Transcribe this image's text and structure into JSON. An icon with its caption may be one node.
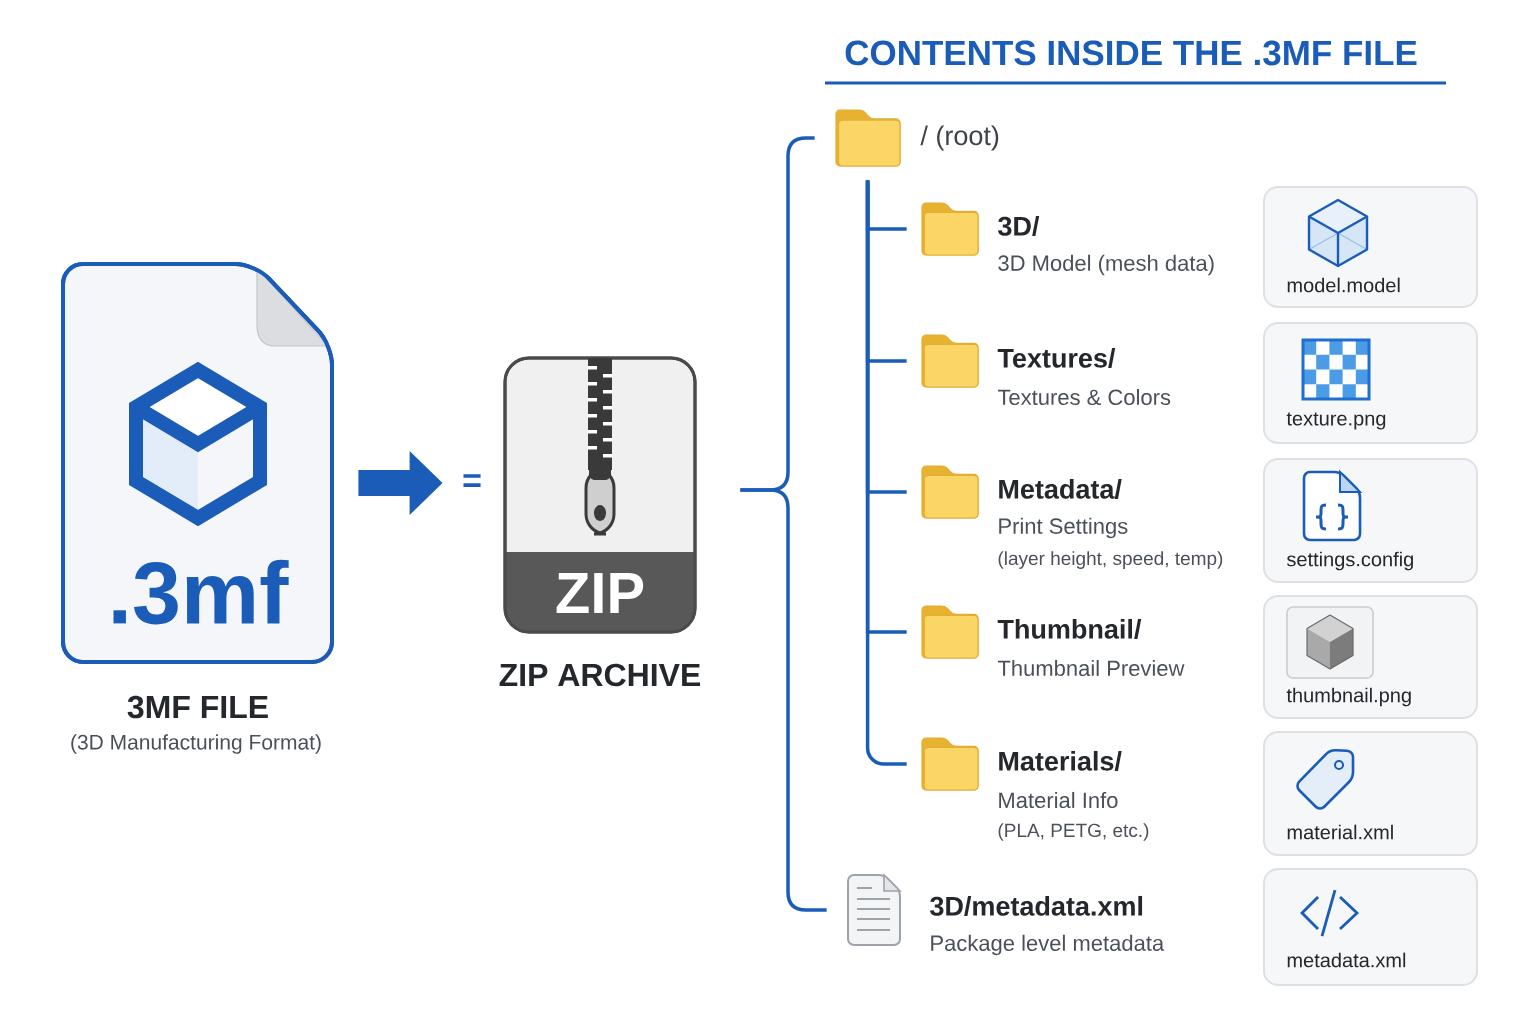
{
  "diagram": {
    "title": "CONTENTS INSIDE THE .3MF FILE",
    "nodes": [
      {
        "text": [
          ".3mf",
          "3MF FILE",
          "(3D Manufacturing Format)"
        ]
      },
      {
        "text": [
          "ZIP",
          "ZIP ARCHIVE"
        ]
      },
      {
        "text": [
          "/ (root)"
        ]
      },
      {
        "text": [
          "3D/",
          "3D Model (mesh data)"
        ]
      },
      {
        "text": [
          "model.model"
        ]
      },
      {
        "text": [
          "Textures/",
          "Textures & Colors"
        ]
      },
      {
        "text": [
          "texture.png"
        ]
      },
      {
        "text": [
          "Metadata/",
          "Print Settings",
          "(layer height, speed, temp)"
        ]
      },
      {
        "text": [
          "settings.config"
        ]
      },
      {
        "text": [
          "Thumbnail/",
          "Thumbnail Preview"
        ]
      },
      {
        "text": [
          "thumbnail.png"
        ]
      },
      {
        "text": [
          "Materials/",
          "Material Info",
          "(PLA, PETG, etc.)"
        ]
      },
      {
        "text": [
          "material.xml"
        ]
      },
      {
        "text": [
          "3D/metadata.xml",
          "Package level metadata"
        ]
      },
      {
        "text": [
          "metadata.xml"
        ]
      }
    ],
    "edges": [
      {
        "from": 0,
        "to": 1,
        "arrow": "to",
        "label": "=",
        "style": "thick"
      },
      {
        "from": 1,
        "to": 2,
        "arrow": "none"
      },
      {
        "from": 1,
        "to": 13,
        "arrow": "none"
      },
      {
        "from": 2,
        "to": 3,
        "arrow": "none"
      },
      {
        "from": 2,
        "to": 5,
        "arrow": "none"
      },
      {
        "from": 2,
        "to": 7,
        "arrow": "none"
      },
      {
        "from": 2,
        "to": 9,
        "arrow": "none"
      },
      {
        "from": 2,
        "to": 11,
        "arrow": "none"
      }
    ]
  }
}
